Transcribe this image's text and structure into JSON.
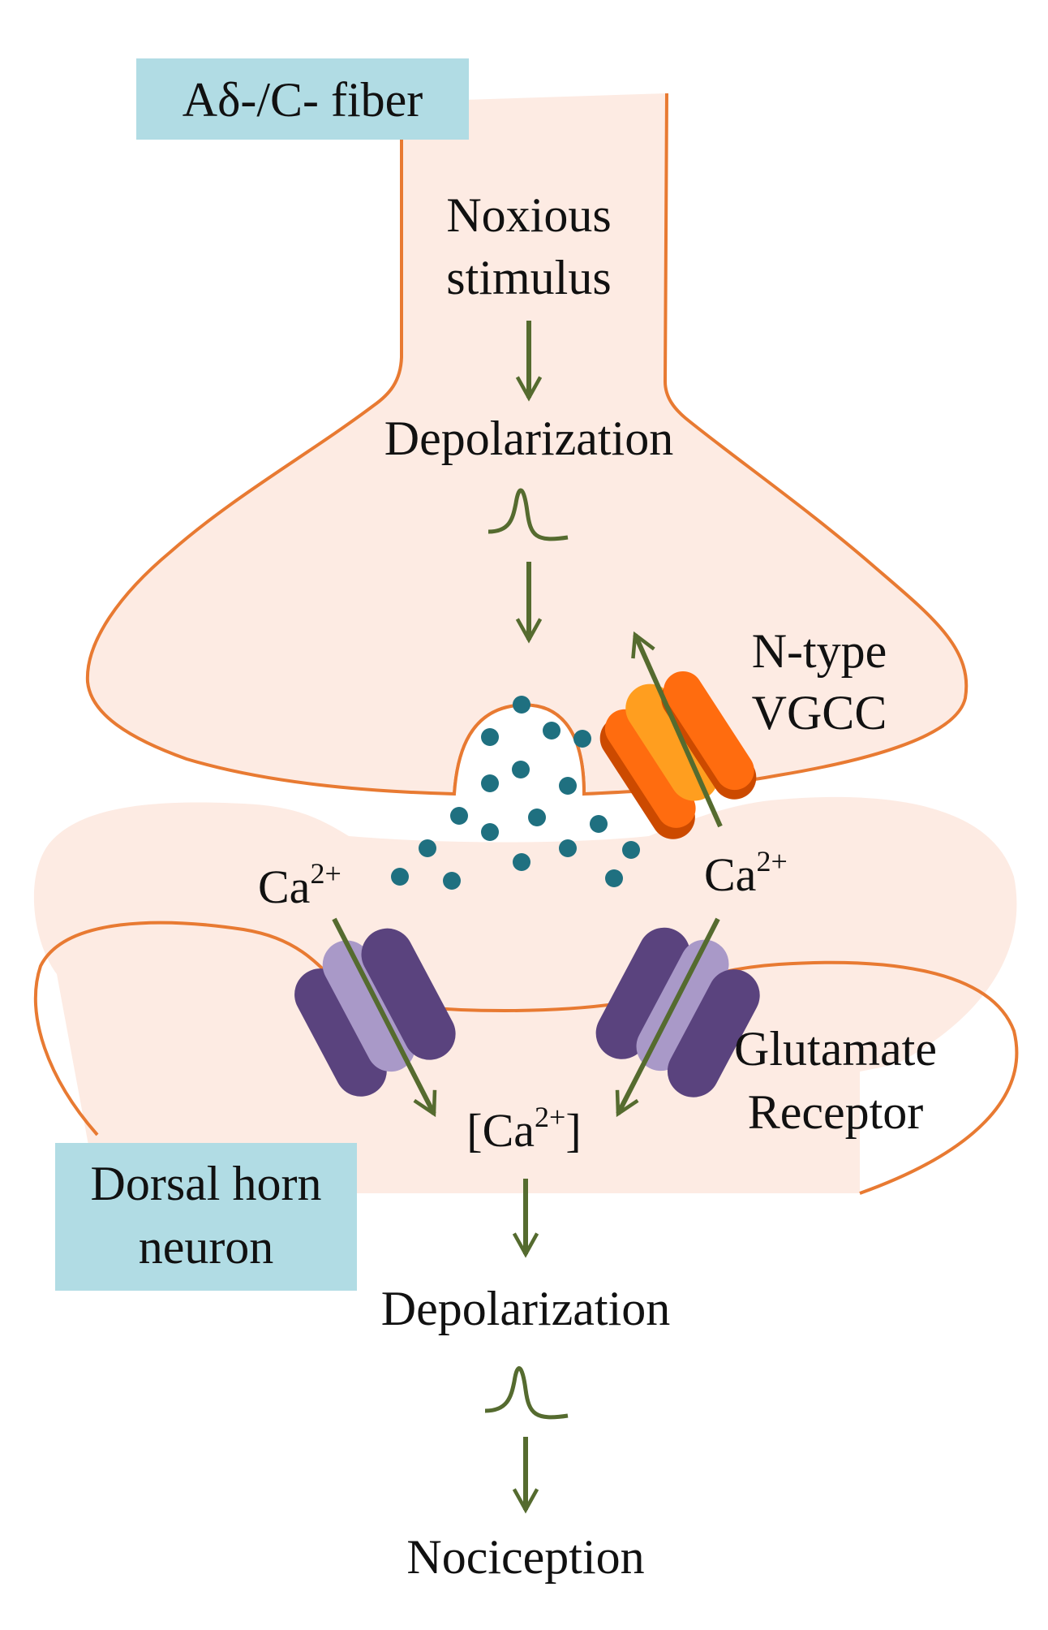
{
  "labels": {
    "fiber_box": "Aδ-/C- fiber",
    "stimulus_line1": "Noxious",
    "stimulus_line2": "stimulus",
    "depolarization_pre": "Depolarization",
    "vgcc_line1": "N-type",
    "vgcc_line2": "VGCC",
    "ca_left": "Ca",
    "ca_right": "Ca",
    "ca_superscript": "2+",
    "intracellular_open": "[Ca",
    "intracellular_close": "]",
    "receptor_line1": "Glutamate",
    "receptor_line2": "Receptor",
    "neuron_box_line1": "Dorsal horn",
    "neuron_box_line2": "neuron",
    "depolarization_post": "Depolarization",
    "outcome": "Nociception"
  },
  "colors": {
    "membrane": "#e87a32",
    "cytoplasm": "#fdebe3",
    "label_box": "#b1dce4",
    "arrow": "#556b2f",
    "vesicle": "#1f7080",
    "vgcc_dark": "#cc4a00",
    "vgcc_mid": "#ff6c0f",
    "vgcc_light": "#ff9e1f",
    "receptor_dark": "#5a437e",
    "receptor_light": "#a999c8"
  }
}
